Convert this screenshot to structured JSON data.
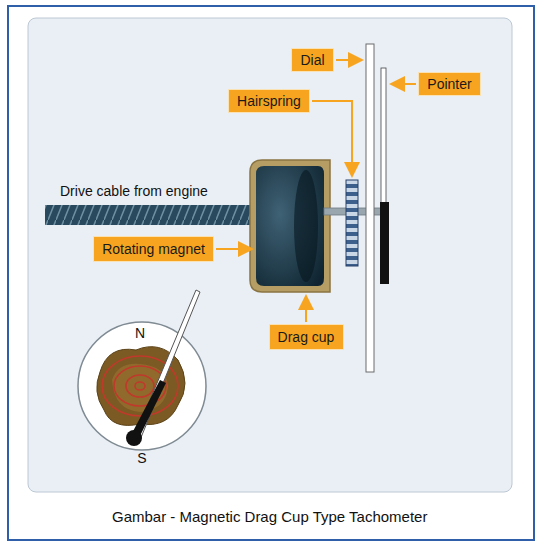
{
  "diagram": {
    "caption": "Gambar - Magnetic Drag Cup Type Tachometer",
    "nodes": [
      {
        "text": [
          "Dial"
        ]
      },
      {
        "text": [
          "Pointer"
        ]
      },
      {
        "text": [
          "Hairspring"
        ]
      },
      {
        "text": [
          "Rotating magnet"
        ]
      },
      {
        "text": [
          "Drag cup"
        ]
      }
    ],
    "labels": [
      "Drive cable from engine",
      "N",
      "S"
    ]
  }
}
